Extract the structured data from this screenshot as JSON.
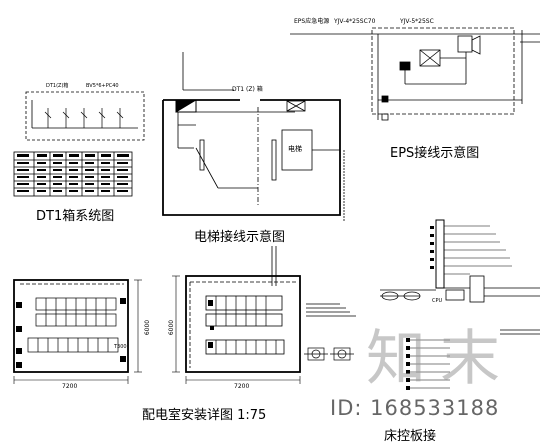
{
  "captions": {
    "dt1": "DT1箱系统图",
    "elevator": "电梯接线示意图",
    "eps": "EPS接线示意图",
    "room": "配电室安装详图 1:75",
    "bed": "床控板接"
  },
  "labels": {
    "dt1_top_left": "DT1(Z)箱",
    "dt1_top_right": "BV5*6+PC40",
    "elev_top": "DT1 (Z) 箱",
    "elev_machine": "电梯",
    "eps_top_left": "EPS应急电源",
    "eps_top_right": "YJV-4*25SC70",
    "eps_mid": "YJV-5*25SC",
    "dim_7200_a": "7200",
    "dim_7200_b": "7200",
    "dim_6000_a": "6000",
    "dim_6000_b": "6000",
    "t300": "T300",
    "cpu": "CPU"
  },
  "watermark": {
    "site": "知末",
    "id": "ID: 168533188"
  }
}
